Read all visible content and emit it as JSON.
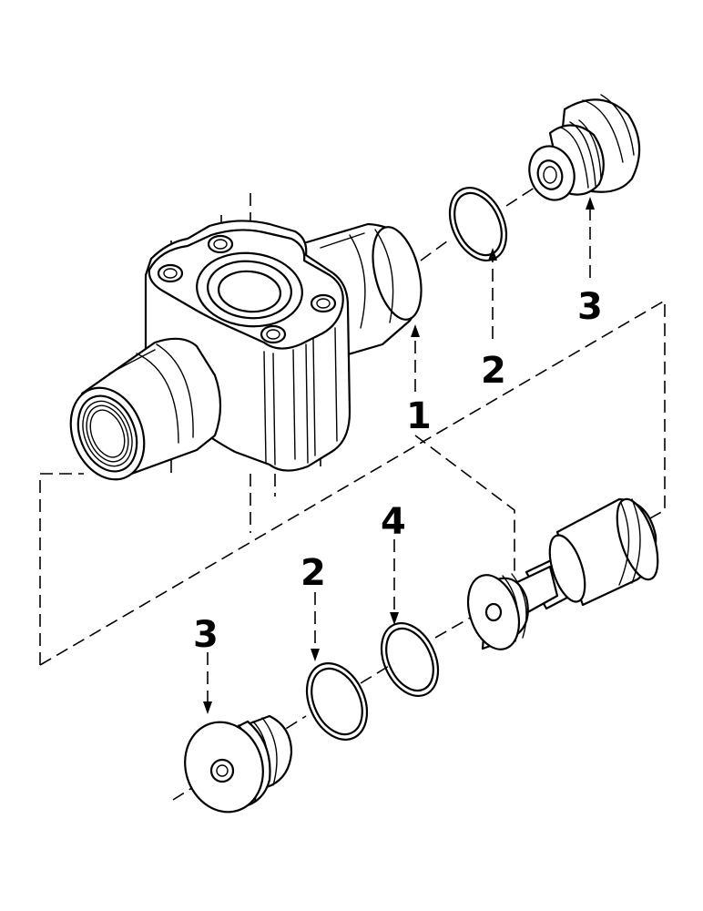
{
  "callouts": {
    "c1": "1",
    "c2_upper": "2",
    "c2_lower": "2",
    "c3_upper": "3",
    "c3_lower": "3",
    "c4": "4"
  }
}
